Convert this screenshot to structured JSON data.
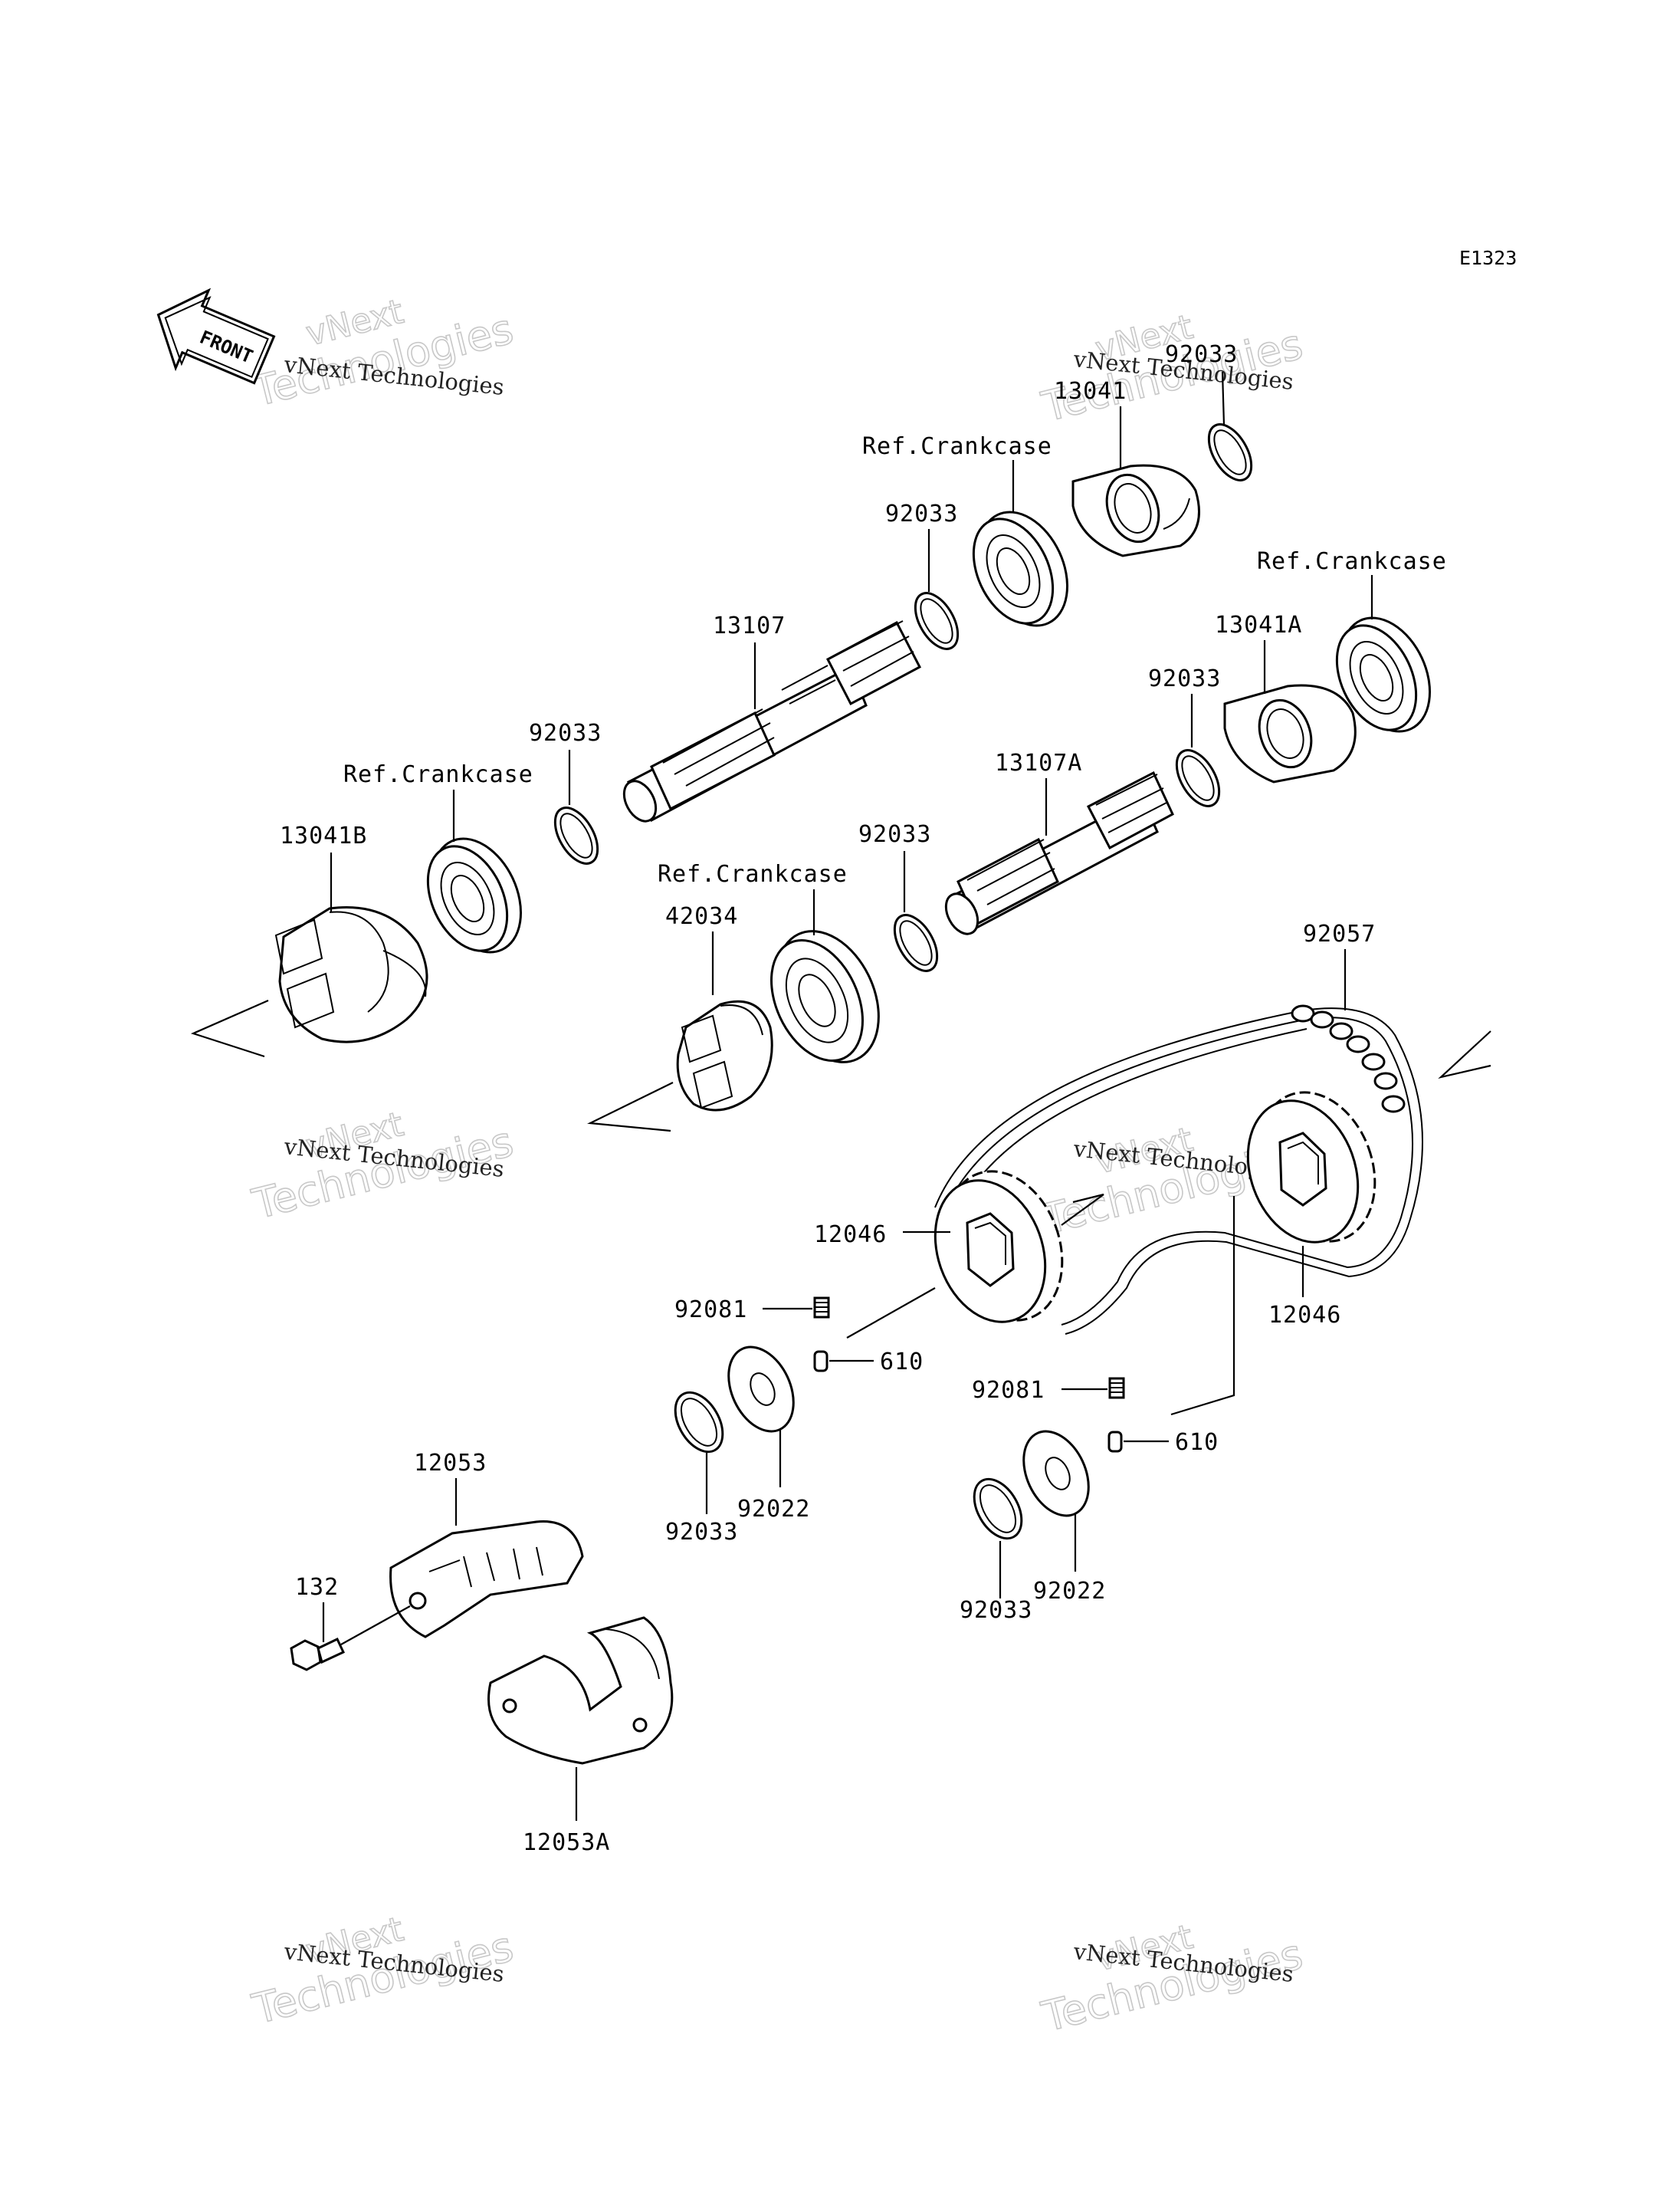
{
  "diagram": {
    "code": "E1323",
    "front_badge": "FRONT",
    "watermarks": [
      {
        "line1": "vNext Technologies",
        "line2": "vNext",
        "line3": "Technologies"
      }
    ],
    "labels": {
      "p92033_top": "92033",
      "p13041": "13041",
      "ref_crankcase_1": "Ref.Crankcase",
      "p92033_a": "92033",
      "ref_crankcase_2": "Ref.Crankcase",
      "p13107": "13107",
      "p13041A": "13041A",
      "p92033_b": "92033",
      "p92033_c": "92033",
      "ref_crankcase_3": "Ref.Crankcase",
      "p13107A": "13107A",
      "p13041B": "13041B",
      "p92033_d": "92033",
      "ref_crankcase_4": "Ref.Crankcase",
      "p42034": "42034",
      "p92057": "92057",
      "p12046_left": "12046",
      "p12046_right": "12046",
      "p92081_left": "92081",
      "p610_left": "610",
      "p92081_right": "92081",
      "p610_right": "610",
      "p12053": "12053",
      "p92022_left": "92022",
      "p92033_e": "92033",
      "p132": "132",
      "p92022_right": "92022",
      "p92033_f": "92033",
      "p12053A": "12053A"
    }
  }
}
